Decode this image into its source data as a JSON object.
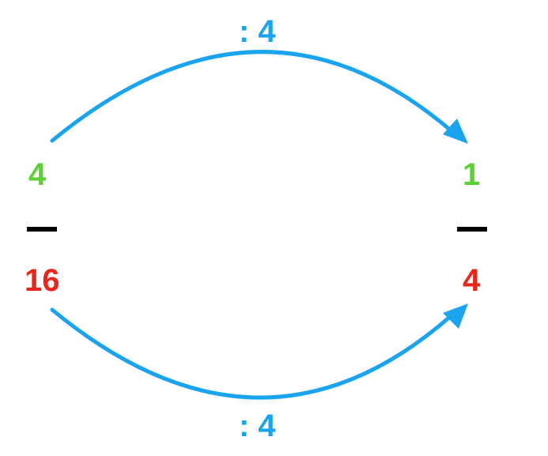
{
  "top_operation": ": 4",
  "bottom_operation": ": 4",
  "left_fraction": {
    "numerator": "4",
    "denominator": "16"
  },
  "right_fraction": {
    "numerator": "1",
    "denominator": "4"
  },
  "colors": {
    "arrow": "#1aa3ee",
    "numerator": "#5bd134",
    "denominator": "#e8261c",
    "fraction_bar": "#000000"
  }
}
